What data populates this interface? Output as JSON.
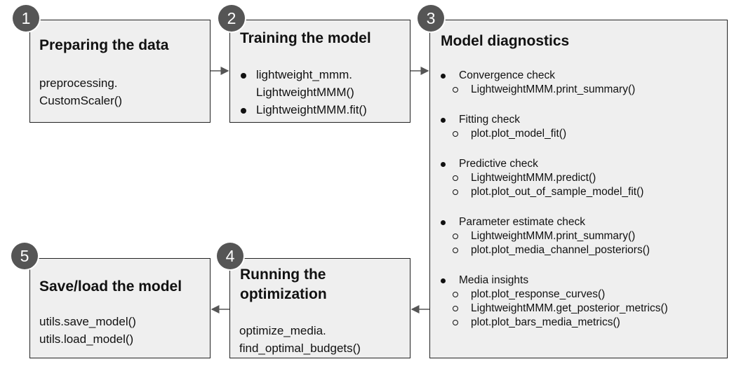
{
  "steps": [
    {
      "number": "1",
      "title": "Preparing the data",
      "lines": [
        "preprocessing.",
        "CustomScaler()"
      ]
    },
    {
      "number": "2",
      "title": "Training the model",
      "bullets": [
        "lightweight_mmm.",
        "LightweightMMM()",
        "LightweightMMM.fit()"
      ]
    },
    {
      "number": "3",
      "title": "Model diagnostics",
      "groups": [
        {
          "heading": "Convergence check",
          "items": [
            "LightweightMMM.print_summary()"
          ]
        },
        {
          "heading": "Fitting check",
          "items": [
            "plot.plot_model_fit()"
          ]
        },
        {
          "heading": "Predictive check",
          "items": [
            "LightweightMMM.predict()",
            "plot.plot_out_of_sample_model_fit()"
          ]
        },
        {
          "heading": "Parameter estimate check",
          "items": [
            "LightweightMMM.print_summary()",
            "plot.plot_media_channel_posteriors()"
          ]
        },
        {
          "heading": "Media insights",
          "items": [
            "plot.plot_response_curves()",
            "LightweightMMM.get_posterior_metrics()",
            "plot.plot_bars_media_metrics()"
          ]
        }
      ]
    },
    {
      "number": "4",
      "title_lines": [
        "Running the",
        "optimization"
      ],
      "lines": [
        "optimize_media.",
        "find_optimal_budgets()"
      ]
    },
    {
      "number": "5",
      "title": "Save/load the model",
      "lines": [
        "utils.save_model()",
        "utils.load_model()"
      ]
    }
  ]
}
